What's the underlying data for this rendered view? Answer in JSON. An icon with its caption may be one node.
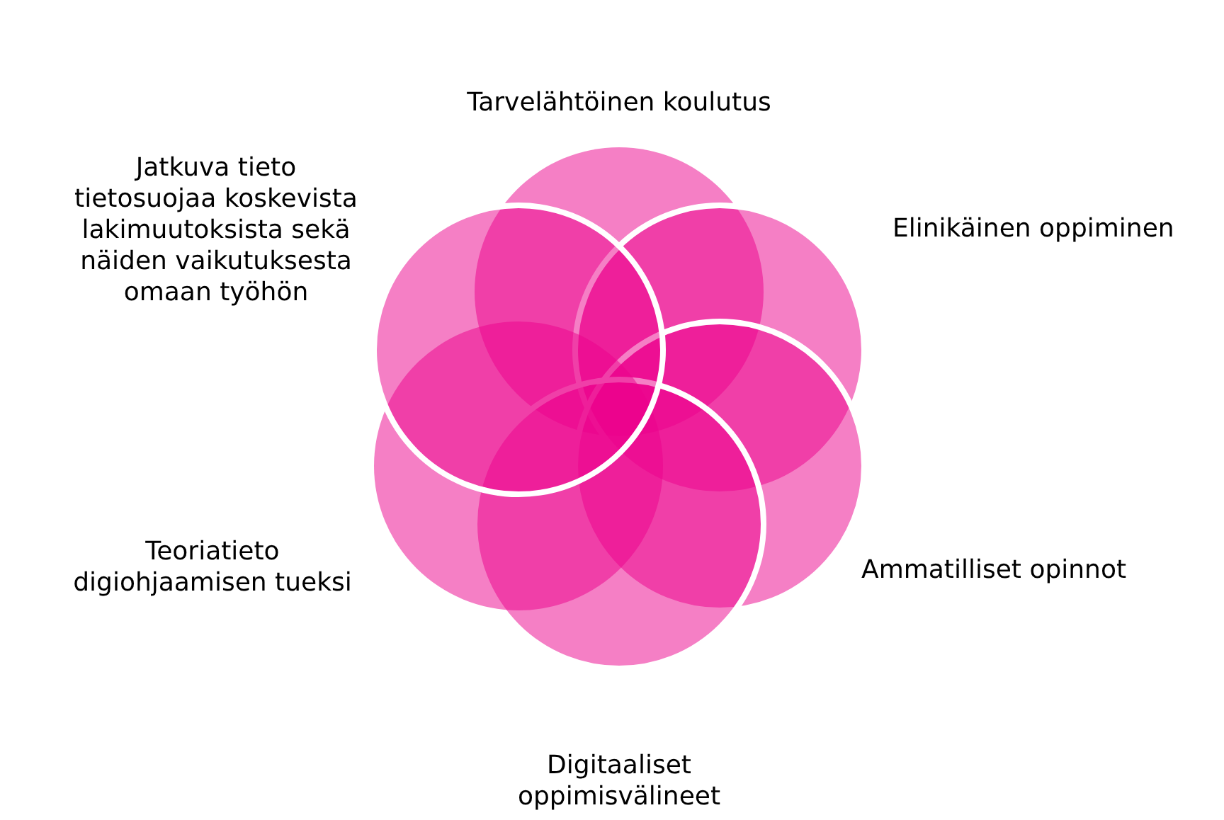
{
  "diagram": {
    "nodes": [
      {
        "text": [],
        "shape": "circle",
        "beside": [
          "Tarvelähtöinen koulutus"
        ]
      },
      {
        "text": [],
        "shape": "circle",
        "beside": [
          "Elinikäinen oppiminen"
        ]
      },
      {
        "text": [],
        "shape": "circle",
        "beside": [
          "Ammatilliset opinnot"
        ]
      },
      {
        "text": [],
        "shape": "circle",
        "beside": [
          "Digitaaliset oppimisvälineet"
        ]
      },
      {
        "text": [],
        "shape": "circle",
        "beside": [
          "Teoriatieto digiohjaamisen tueksi"
        ]
      },
      {
        "text": [],
        "shape": "circle",
        "beside": [
          "Jatkuva tieto tietosuojaa koskevista lakimuutoksista sekä näiden vaikutuksesta omaan työhön"
        ]
      }
    ]
  }
}
